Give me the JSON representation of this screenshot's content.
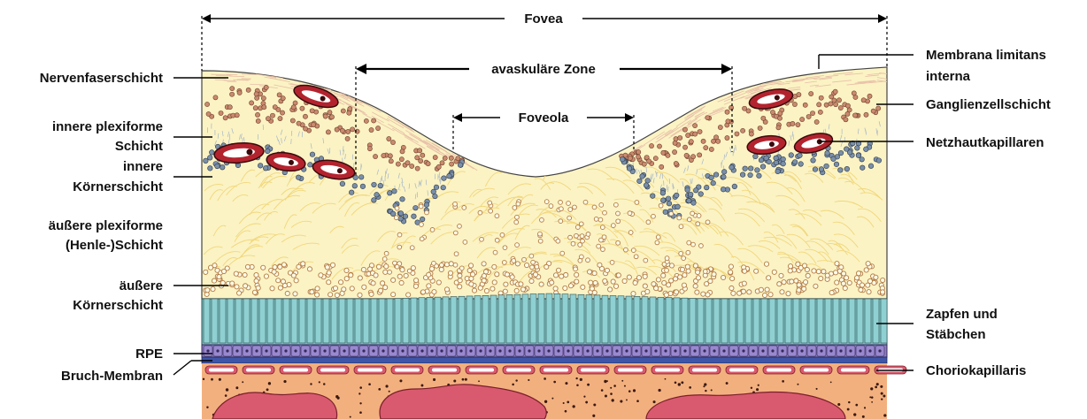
{
  "top_labels": {
    "fovea": "Fovea",
    "avascular_zone": "avaskuläre Zone",
    "foveola": "Foveola"
  },
  "left_labels": {
    "nerve_fiber_layer": "Nervenfaserschicht",
    "inner_plexiform_1": "innere plexiforme",
    "inner_plexiform_2": "Schicht",
    "inner_nuclear_1": "innere",
    "inner_nuclear_2": "Körnerschicht",
    "outer_plexiform_1": "äußere plexiforme",
    "outer_plexiform_2": "(Henle-)Schicht",
    "outer_nuclear_1": "äußere",
    "outer_nuclear_2": "Körnerschicht",
    "rpe": "RPE",
    "bruch_membrane": "Bruch-Membran"
  },
  "right_labels": {
    "ilm_1": "Membrana limitans",
    "ilm_2": "interna",
    "ganglion_cell_layer": "Ganglienzellschicht",
    "retinal_capillaries": "Netzhautkapillaren",
    "photoreceptors_1": "Zapfen und",
    "photoreceptors_2": "Stäbchen",
    "choriocapillaris": "Choriokapillaris"
  },
  "colors": {
    "retina_fill": "#fbf3c4",
    "fiber_lines": "#e8bfa8",
    "henle_fibers": "#f2d77a",
    "ganglion_cells": "#c98a6e",
    "inner_nuclear_cells": "#7a8fa8",
    "outer_nuclear_cells": "#d6a06a",
    "vessel_red": "#b3232e",
    "photoreceptors": "#7fc4c6",
    "rpe": "#8e7cc3",
    "bruch": "#3f55a8",
    "choroid": "#f3b07f",
    "choroid_vessels": "#d95a6e"
  }
}
